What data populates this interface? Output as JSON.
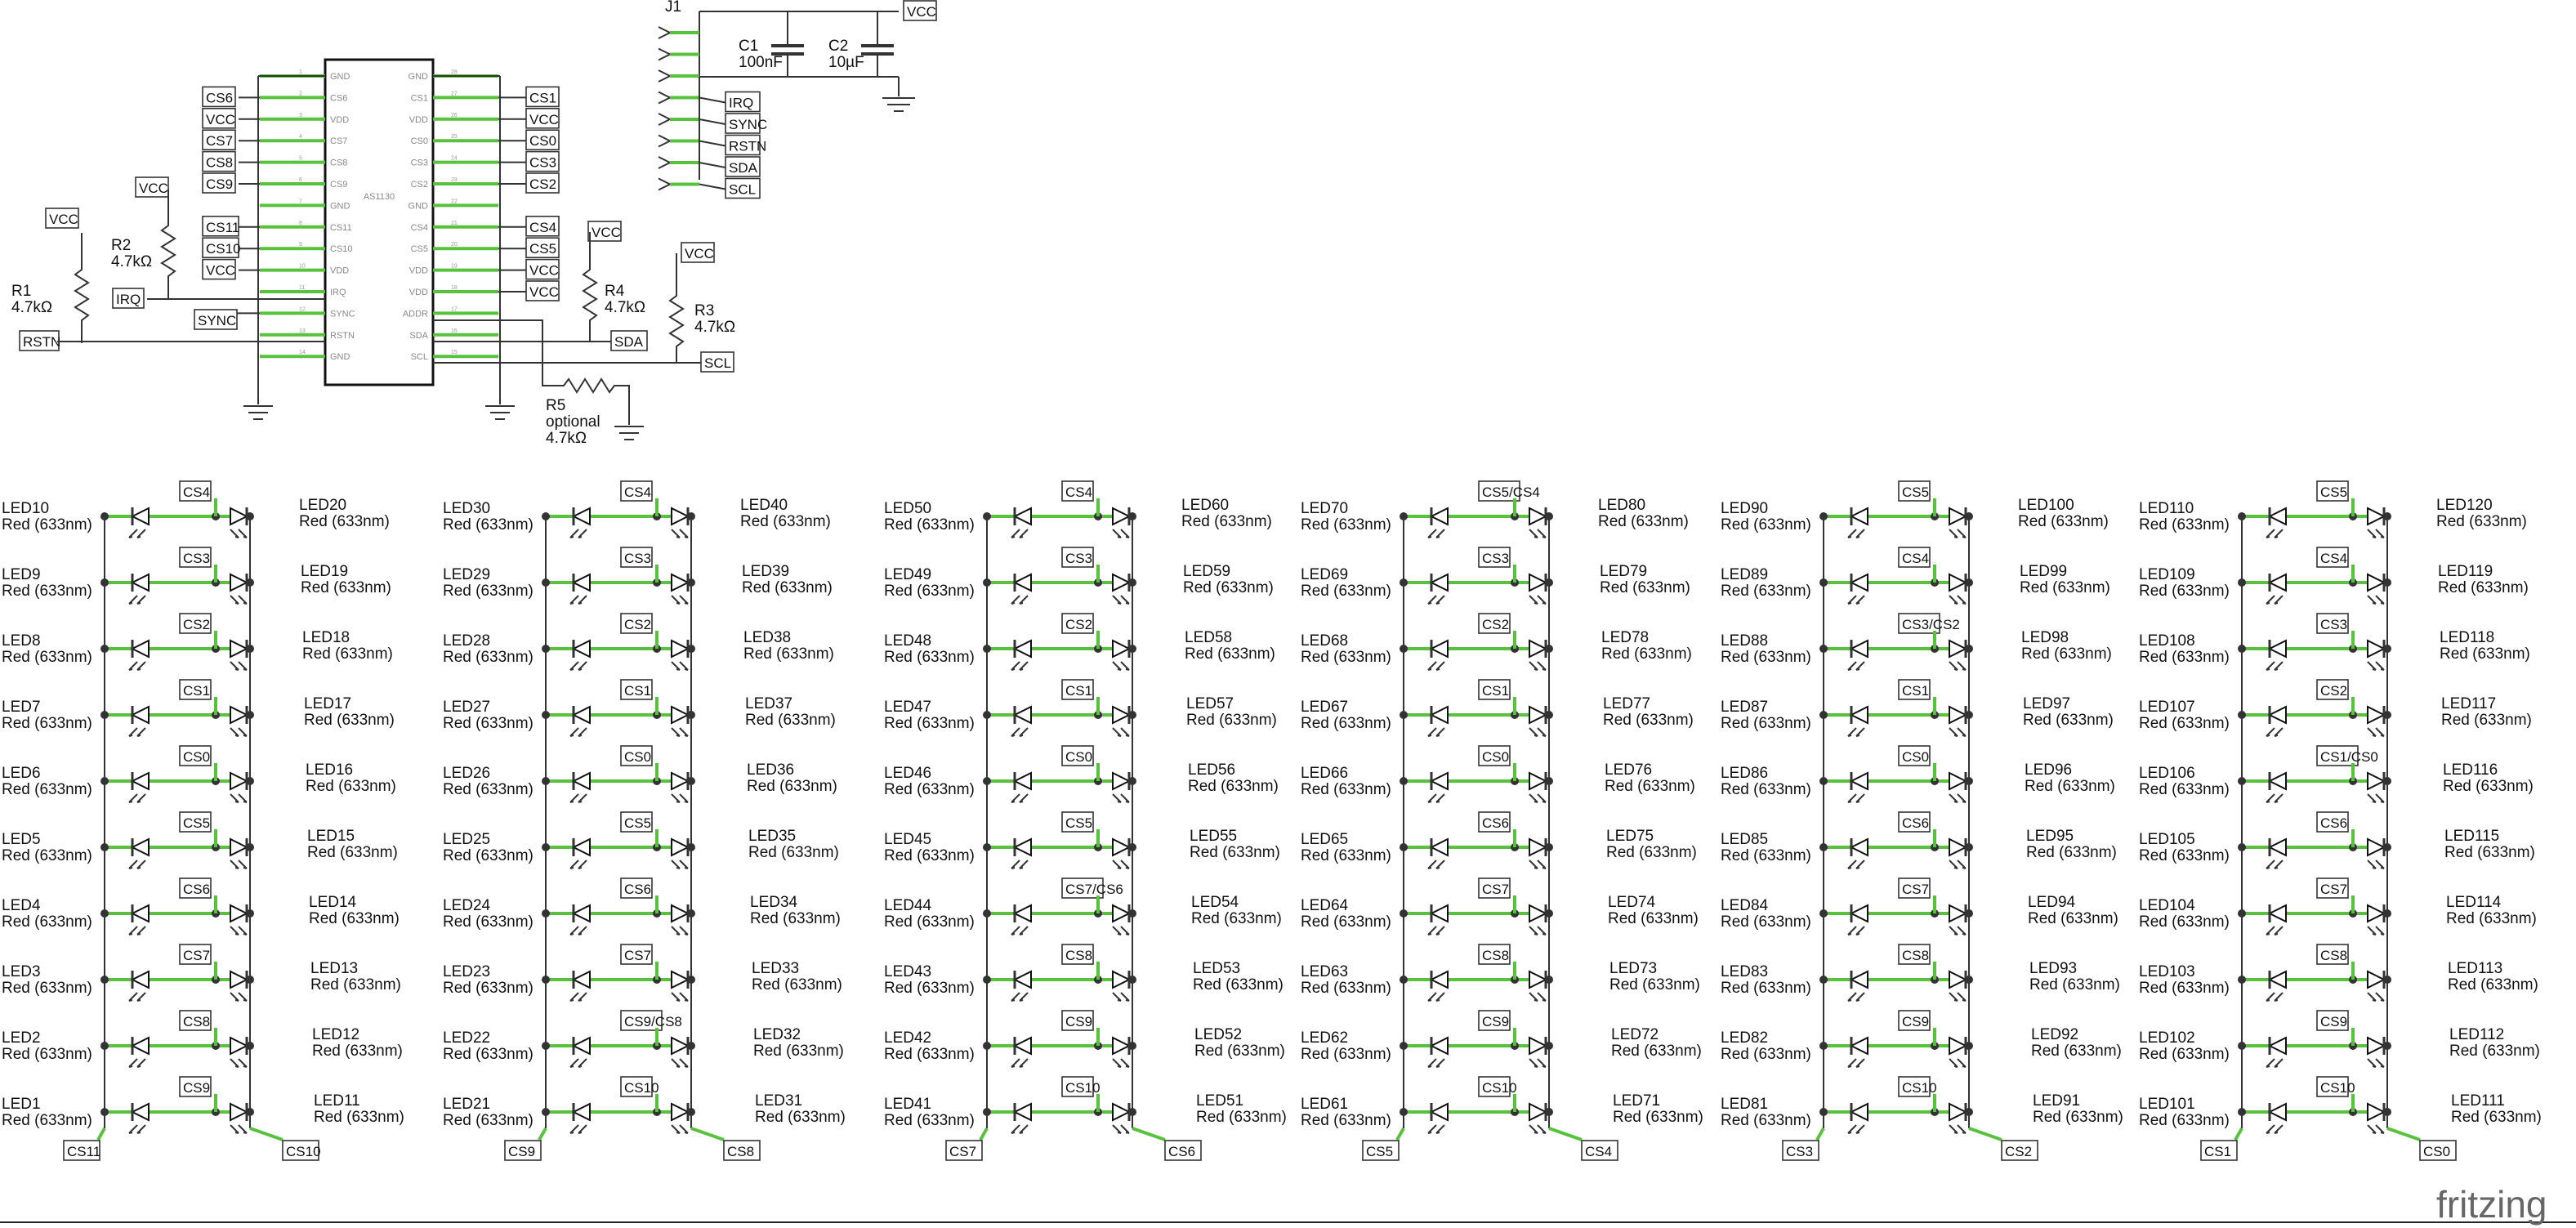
{
  "chip": {
    "name": "AS1130"
  },
  "chip_pins_left": [
    {
      "num": "1",
      "name": "GND"
    },
    {
      "num": "2",
      "name": "CS6"
    },
    {
      "num": "3",
      "name": "VDD"
    },
    {
      "num": "4",
      "name": "CS7"
    },
    {
      "num": "5",
      "name": "CS8"
    },
    {
      "num": "6",
      "name": "CS9"
    },
    {
      "num": "7",
      "name": "GND"
    },
    {
      "num": "8",
      "name": "CS11"
    },
    {
      "num": "9",
      "name": "CS10"
    },
    {
      "num": "10",
      "name": "VDD"
    },
    {
      "num": "11",
      "name": "IRQ"
    },
    {
      "num": "12",
      "name": "SYNC"
    },
    {
      "num": "13",
      "name": "RSTN"
    },
    {
      "num": "14",
      "name": "GND"
    }
  ],
  "chip_pins_right": [
    {
      "num": "28",
      "name": "GND"
    },
    {
      "num": "27",
      "name": "CS1"
    },
    {
      "num": "26",
      "name": "VDD"
    },
    {
      "num": "25",
      "name": "CS0"
    },
    {
      "num": "24",
      "name": "CS3"
    },
    {
      "num": "23",
      "name": "CS2"
    },
    {
      "num": "22",
      "name": "GND"
    },
    {
      "num": "21",
      "name": "CS4"
    },
    {
      "num": "20",
      "name": "CS5"
    },
    {
      "num": "19",
      "name": "VDD"
    },
    {
      "num": "18",
      "name": "VDD"
    },
    {
      "num": "17",
      "name": "ADDR"
    },
    {
      "num": "16",
      "name": "SDA"
    },
    {
      "num": "15",
      "name": "SCL"
    }
  ],
  "chip_left_nets": [
    "",
    "CS6",
    "VCC",
    "CS7",
    "CS8",
    "CS9",
    "",
    "CS11",
    "CS10",
    "VCC",
    "",
    "SYNC",
    "",
    ""
  ],
  "chip_right_nets": [
    "",
    "CS1",
    "VCC",
    "CS0",
    "CS3",
    "CS2",
    "",
    "CS4",
    "CS5",
    "VCC",
    "VCC",
    "",
    "",
    ""
  ],
  "misc_nets": {
    "vcc": "VCC",
    "irq": "IRQ",
    "rstn": "RSTN",
    "sda": "SDA",
    "scl": "SCL"
  },
  "resistors": [
    {
      "ref": "R1",
      "value": "4.7kΩ"
    },
    {
      "ref": "R2",
      "value": "4.7kΩ"
    },
    {
      "ref": "R3",
      "value": "4.7kΩ"
    },
    {
      "ref": "R4",
      "value": "4.7kΩ"
    },
    {
      "ref": "R5",
      "note": "optional",
      "value": "4.7kΩ"
    }
  ],
  "capacitors": [
    {
      "ref": "C1",
      "value": "100nF"
    },
    {
      "ref": "C2",
      "value": "10µF"
    }
  ],
  "connector": {
    "ref": "J1",
    "pins": [
      "",
      "",
      "",
      "IRQ",
      "SYNC",
      "RSTN",
      "SDA",
      "SCL"
    ]
  },
  "led_color": "Red (633nm)",
  "blocks": [
    {
      "left": [
        "LED10",
        "LED9",
        "LED8",
        "LED7",
        "LED6",
        "LED5",
        "LED4",
        "LED3",
        "LED2",
        "LED1"
      ],
      "right": [
        "LED20",
        "LED19",
        "LED18",
        "LED17",
        "LED16",
        "LED15",
        "LED14",
        "LED13",
        "LED12",
        "LED11"
      ],
      "cs": [
        "CS4",
        "CS3",
        "CS2",
        "CS1",
        "CS0",
        "CS5",
        "CS6",
        "CS7",
        "CS8",
        "CS9"
      ],
      "bottom_left": "CS11",
      "bottom_right": "CS10"
    },
    {
      "left": [
        "LED30",
        "LED29",
        "LED28",
        "LED27",
        "LED26",
        "LED25",
        "LED24",
        "LED23",
        "LED22",
        "LED21"
      ],
      "right": [
        "LED40",
        "LED39",
        "LED38",
        "LED37",
        "LED36",
        "LED35",
        "LED34",
        "LED33",
        "LED32",
        "LED31"
      ],
      "cs": [
        "CS4",
        "CS3",
        "CS2",
        "CS1",
        "CS0",
        "CS5",
        "CS6",
        "CS7",
        "CS9/CS8",
        "CS10"
      ],
      "bottom_left": "CS9",
      "bottom_right": "CS8"
    },
    {
      "left": [
        "LED50",
        "LED49",
        "LED48",
        "LED47",
        "LED46",
        "LED45",
        "LED44",
        "LED43",
        "LED42",
        "LED41"
      ],
      "right": [
        "LED60",
        "LED59",
        "LED58",
        "LED57",
        "LED56",
        "LED55",
        "LED54",
        "LED53",
        "LED52",
        "LED51"
      ],
      "cs": [
        "CS4",
        "CS3",
        "CS2",
        "CS1",
        "CS0",
        "CS5",
        "CS7/CS6",
        "CS8",
        "CS9",
        "CS10"
      ],
      "bottom_left": "CS7",
      "bottom_right": "CS6"
    },
    {
      "left": [
        "LED70",
        "LED69",
        "LED68",
        "LED67",
        "LED66",
        "LED65",
        "LED64",
        "LED63",
        "LED62",
        "LED61"
      ],
      "right": [
        "LED80",
        "LED79",
        "LED78",
        "LED77",
        "LED76",
        "LED75",
        "LED74",
        "LED73",
        "LED72",
        "LED71"
      ],
      "cs": [
        "CS5/CS4",
        "CS3",
        "CS2",
        "CS1",
        "CS0",
        "CS6",
        "CS7",
        "CS8",
        "CS9",
        "CS10"
      ],
      "bottom_left": "CS5",
      "bottom_right": "CS4"
    },
    {
      "left": [
        "LED90",
        "LED89",
        "LED88",
        "LED87",
        "LED86",
        "LED85",
        "LED84",
        "LED83",
        "LED82",
        "LED81"
      ],
      "right": [
        "LED100",
        "LED99",
        "LED98",
        "LED97",
        "LED96",
        "LED95",
        "LED94",
        "LED93",
        "LED92",
        "LED91"
      ],
      "cs": [
        "CS5",
        "CS4",
        "CS3/CS2",
        "CS1",
        "CS0",
        "CS6",
        "CS7",
        "CS8",
        "CS9",
        "CS10"
      ],
      "bottom_left": "CS3",
      "bottom_right": "CS2"
    },
    {
      "left": [
        "LED110",
        "LED109",
        "LED108",
        "LED107",
        "LED106",
        "LED105",
        "LED104",
        "LED103",
        "LED102",
        "LED101"
      ],
      "right": [
        "LED120",
        "LED119",
        "LED118",
        "LED117",
        "LED116",
        "LED115",
        "LED114",
        "LED113",
        "LED112",
        "LED111"
      ],
      "cs": [
        "CS5",
        "CS4",
        "CS3",
        "CS2",
        "CS1/CS0",
        "CS6",
        "CS7",
        "CS8",
        "CS9",
        "CS10"
      ],
      "bottom_left": "CS1",
      "bottom_right": "CS0"
    }
  ],
  "watermark": "fritzing",
  "colors": {
    "wire_highlight": "#58c23f",
    "wire": "#333333"
  }
}
